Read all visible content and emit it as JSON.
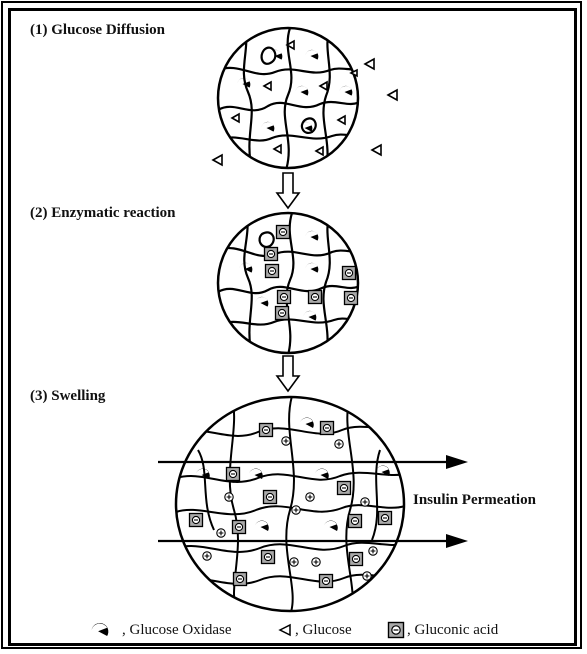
{
  "steps": [
    {
      "label": "(1) Glucose Diffusion"
    },
    {
      "label": "(2) Enzymatic reaction"
    },
    {
      "label": "(3) Swelling"
    }
  ],
  "permeation_label": "Insulin Permeation",
  "legend": {
    "oxidase_label": ", Glucose Oxidase",
    "glucose_label": ", Glucose",
    "acid_label": ", Gluconic acid"
  }
}
